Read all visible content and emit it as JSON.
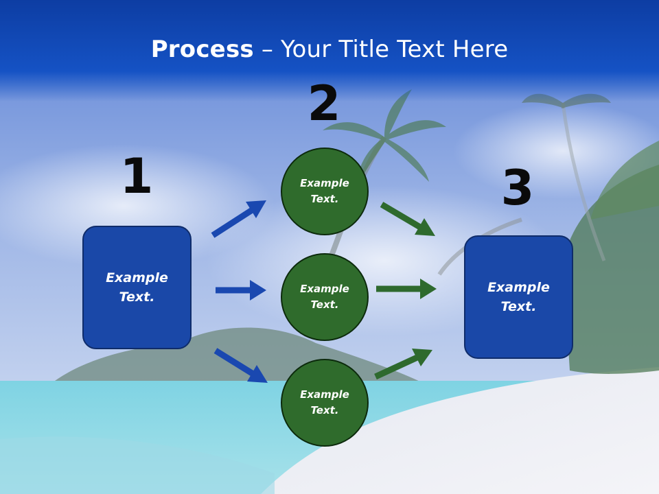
{
  "title": {
    "bold": "Process",
    "rest": " – Your Title Text Here"
  },
  "steps": [
    "1",
    "2",
    "3"
  ],
  "left_box": {
    "label": "Example\nText."
  },
  "circles": [
    {
      "label": "Example\nText."
    },
    {
      "label": "Example\nText."
    },
    {
      "label": "Example\nText."
    }
  ],
  "right_box": {
    "label": "Example\nText."
  },
  "colors": {
    "title_bar": "#1552c4",
    "box_fill": "#1a48a8",
    "circle_fill": "#2f6b2c",
    "blue_arrow": "#1a48b0",
    "green_arrow": "#2e6a2e"
  },
  "background": "tropical-beach-photo"
}
